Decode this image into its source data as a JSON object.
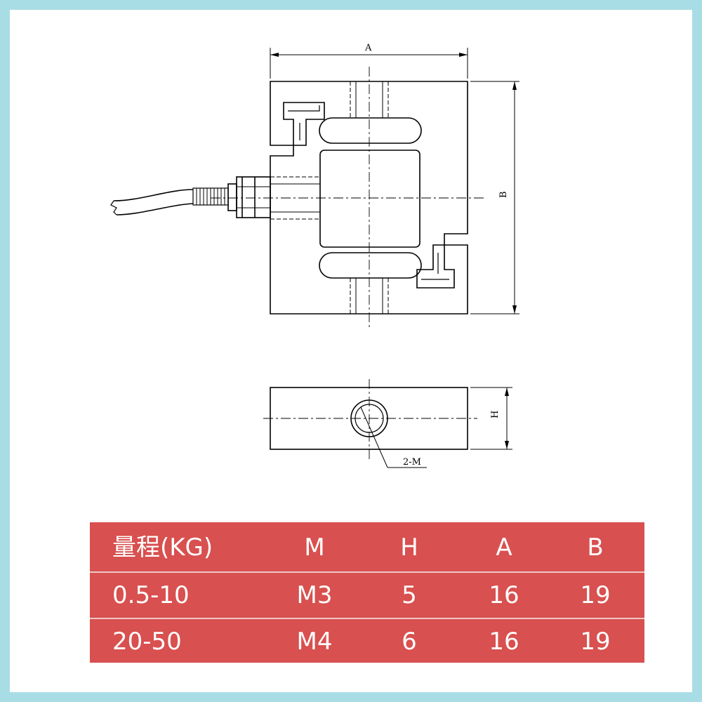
{
  "diagram": {
    "dim_a": "A",
    "dim_b": "B",
    "dim_h": "H",
    "thread_label": "2-M"
  },
  "table": {
    "header": [
      "量程(KG)",
      "M",
      "H",
      "A",
      "B"
    ],
    "rows": [
      [
        "0.5-10",
        "M3",
        "5",
        "16",
        "19"
      ],
      [
        "20-50",
        "M4",
        "6",
        "16",
        "19"
      ]
    ]
  },
  "colors": {
    "table_bg": "#d8504f",
    "border": "#a9dde6"
  }
}
